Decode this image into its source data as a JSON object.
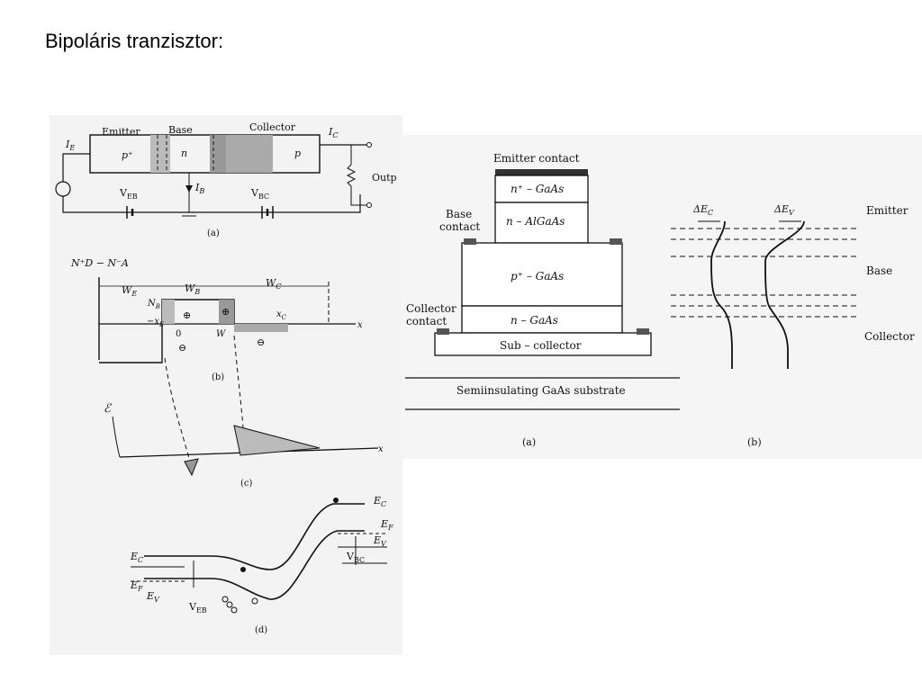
{
  "slide": {
    "title": "Bipoláris tranzisztor:"
  },
  "left_figure": {
    "a": {
      "emitter": "Emitter",
      "base": "Base",
      "collector": "Collector",
      "p_plus": "p⁺",
      "n": "n",
      "p": "p",
      "ie": "I",
      "ie_sub": "E",
      "ic": "I",
      "ic_sub": "C",
      "ib": "I",
      "ib_sub": "B",
      "veb": "V",
      "veb_sub": "EB",
      "vbc": "V",
      "vbc_sub": "BC",
      "output": "Outp",
      "caption": "(a)"
    },
    "b": {
      "ylabel": "N⁺D − N⁻A",
      "we": "W",
      "we_sub": "E",
      "wb": "W",
      "wb_sub": "B",
      "wc": "W",
      "wc_sub": "C",
      "nb": "N",
      "nb_sub": "B",
      "xe": "−x",
      "xe_sub": "E",
      "xc": "x",
      "xc_sub": "C",
      "zero": "0",
      "w": "W",
      "x": "x",
      "plus": "⊕",
      "minus": "⊖",
      "caption": "(b)"
    },
    "c": {
      "field_symbol": "ℰ",
      "x": "x",
      "caption": "(c)"
    },
    "d": {
      "ec_right": "E",
      "ec_sub": "C",
      "ef_right": "E",
      "ef_sub": "F",
      "ev_right": "E",
      "ev_sub": "V",
      "ec_left": "E",
      "ef_left": "E",
      "ev_left": "E",
      "vbc": "V",
      "vbc_sub": "BC",
      "veb": "V",
      "veb_sub": "EB",
      "caption": "(d)"
    }
  },
  "right_figure": {
    "a": {
      "emitter_contact": "Emitter contact",
      "n_plus_gaas": "n⁺ – GaAs",
      "n_algaas": "n – AlGaAs",
      "base_contact_1": "Base",
      "base_contact_2": "contact",
      "p_plus_gaas": "p⁺ – GaAs",
      "collector_contact_1": "Collector",
      "collector_contact_2": "contact",
      "n_gaas": "n – GaAs",
      "sub_collector": "Sub – collector",
      "substrate": "Semiinsulating GaAs substrate",
      "caption": "(a)"
    },
    "b": {
      "delta_ec": "ΔE",
      "delta_ec_sub": "C",
      "delta_ev": "ΔE",
      "delta_ev_sub": "V",
      "emitter": "Emitter",
      "base": "Base",
      "collector": "Collector",
      "caption": "(b)"
    }
  }
}
